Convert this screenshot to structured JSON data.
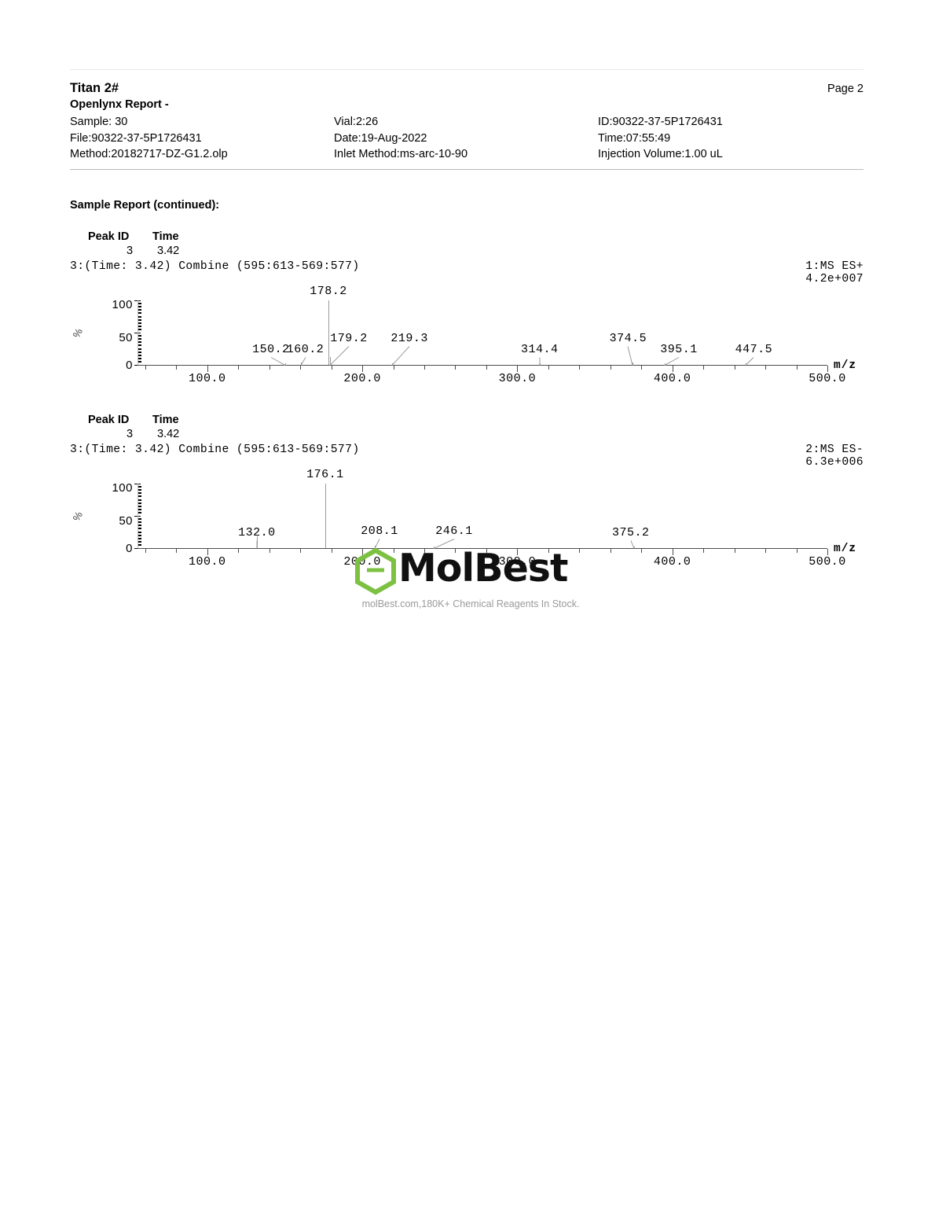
{
  "header": {
    "title": "Titan  2#",
    "page_label": "Page 2",
    "subtitle": "Openlynx Report -",
    "rows": [
      {
        "c1": "Sample: 30",
        "c2": "Vial:2:26",
        "c3": "ID:90322-37-5P1726431"
      },
      {
        "c1": "File:90322-37-5P1726431",
        "c2": "Date:19-Aug-2022",
        "c3": "Time:07:55:49"
      },
      {
        "c1": "Method:20182717-DZ-G1.2.olp",
        "c2": "Inlet Method:ms-arc-10-90",
        "c3": "Injection Volume:1.00 uL"
      }
    ]
  },
  "section": {
    "title": "Sample Report (continued):"
  },
  "table_headers": {
    "peak_id": "Peak ID",
    "time": "Time"
  },
  "watermark": {
    "logo_text": "MolBest",
    "logo_color": "#7cc142",
    "caption": "molBest.com,180K+ Chemical Reagents In Stock."
  },
  "chart_data": [
    {
      "type": "bar",
      "title": "3:(Time: 3.42) Combine (595:613-569:577)",
      "peak_id": "3",
      "peak_time": "3.42",
      "function_label": "1:MS ES+",
      "intensity_label": "4.2e+007",
      "xlabel": "m/z",
      "ylabel": "%",
      "xlim": [
        55,
        500
      ],
      "ylim": [
        0,
        100
      ],
      "grid": false,
      "legend": "none",
      "yticks": [
        0,
        50,
        100
      ],
      "ytick_labels": [
        "0",
        "50",
        "100"
      ],
      "xticks": [
        100,
        200,
        300,
        400,
        500
      ],
      "xtick_labels": [
        "100.0",
        "200.0",
        "300.0",
        "400.0",
        "500.0"
      ],
      "x": [
        150.2,
        160.2,
        178.2,
        179.2,
        219.3,
        314.4,
        374.5,
        395.1,
        447.5
      ],
      "values": [
        3,
        4,
        100,
        12,
        3,
        2,
        4,
        2,
        2
      ],
      "annotations": [
        "150.2",
        "160.2",
        "178.2",
        "179.2",
        "219.3",
        "314.4",
        "374.5",
        "395.1",
        "447.5"
      ]
    },
    {
      "type": "bar",
      "title": "3:(Time: 3.42) Combine (595:613-569:577)",
      "peak_id": "3",
      "peak_time": "3.42",
      "function_label": "2:MS ES-",
      "intensity_label": "6.3e+006",
      "xlabel": "m/z",
      "ylabel": "%",
      "xlim": [
        55,
        500
      ],
      "ylim": [
        0,
        100
      ],
      "grid": false,
      "legend": "none",
      "yticks": [
        0,
        50,
        100
      ],
      "ytick_labels": [
        "0",
        "50",
        "100"
      ],
      "xticks": [
        100,
        200,
        300,
        400,
        500
      ],
      "xtick_labels": [
        "100.0",
        "200.0",
        "300.0",
        "400.0",
        "500.0"
      ],
      "x": [
        132.0,
        176.1,
        208.1,
        246.1,
        375.2
      ],
      "values": [
        18,
        100,
        4,
        3,
        3
      ],
      "annotations": [
        "132.0",
        "176.1",
        "208.1",
        "246.1",
        "375.2"
      ]
    }
  ]
}
